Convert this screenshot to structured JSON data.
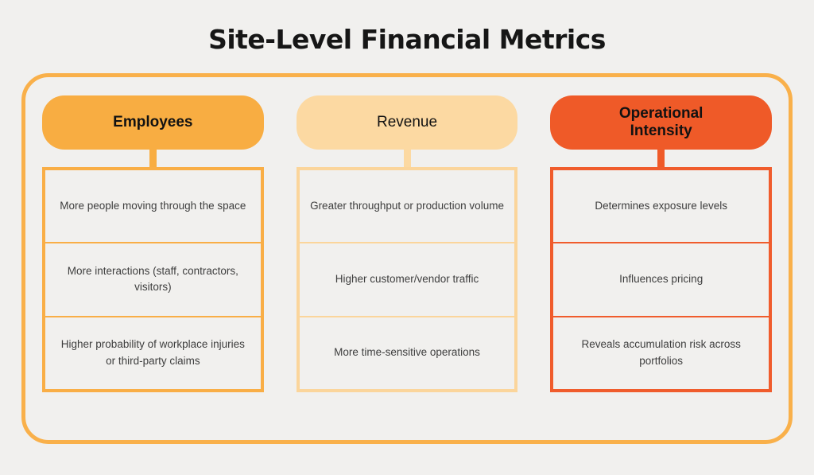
{
  "title": "Site-Level Financial Metrics",
  "page": {
    "background": "#F1F0EE",
    "frame_border_color": "#F9B04A",
    "title_color": "#161616",
    "body_text_color": "#3E3E3E"
  },
  "columns": [
    {
      "label": "Employees",
      "pill_color": "#F8AD42",
      "border_color": "#F9AE46",
      "items": [
        "More people moving through the space",
        "More interactions (staff, contractors, visitors)",
        "Higher probability of workplace injuries or third-party claims"
      ]
    },
    {
      "label": "Revenue",
      "pill_color": "#FCD9A2",
      "border_color": "#FBD59B",
      "items": [
        "Greater throughput or production volume",
        "Higher customer/vendor traffic",
        "More time-sensitive operations"
      ]
    },
    {
      "label": "Operational Intensity",
      "pill_color": "#EF5A28",
      "border_color": "#F05C2C",
      "items": [
        "Determines exposure levels",
        "Influences pricing",
        "Reveals accumulation risk across portfolios"
      ]
    }
  ]
}
